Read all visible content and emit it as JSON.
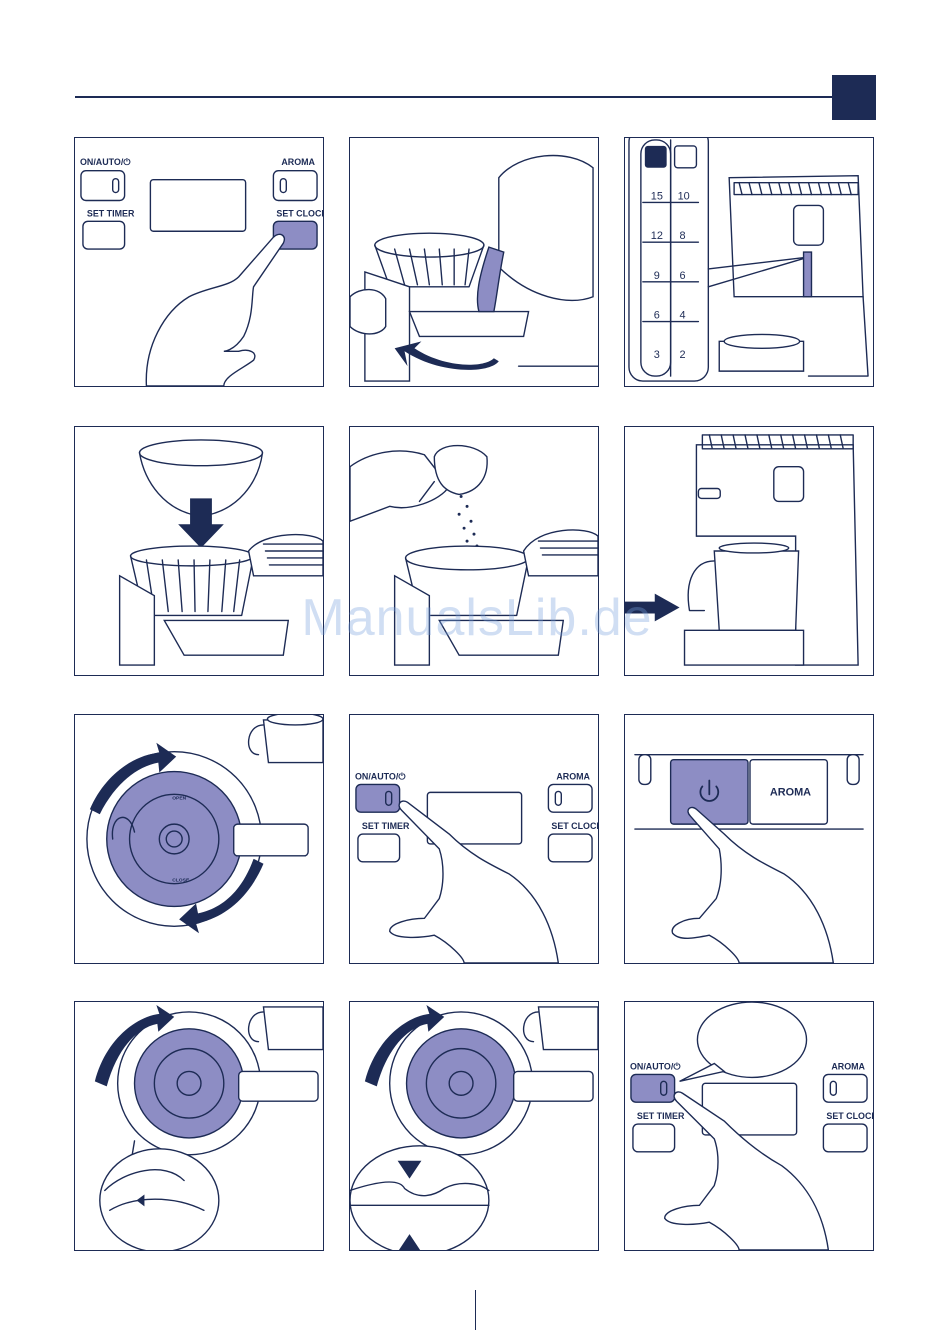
{
  "header": {
    "accent_color": "#1d2b55",
    "highlight_color": "#8d8dc4"
  },
  "control_panel": {
    "on_auto_label": "ON/AUTO/⏻",
    "aroma_label": "AROMA",
    "set_timer_label": "SET TIMER",
    "set_clock_label": "SET CLOCK"
  },
  "water_gauge": {
    "left_icon": "cup-icon",
    "right_icon": "mug-icon",
    "left_values": [
      "15",
      "12",
      "9",
      "6",
      "3"
    ],
    "right_values": [
      "10",
      "8",
      "6",
      "4",
      "2"
    ]
  },
  "power_panel": {
    "aroma_label": "AROMA",
    "power_icon": "power-icon"
  },
  "carafe_lid": {
    "open_label": "OPEN",
    "close_label": "CLOSE"
  },
  "watermark": "ManualsLib.de"
}
